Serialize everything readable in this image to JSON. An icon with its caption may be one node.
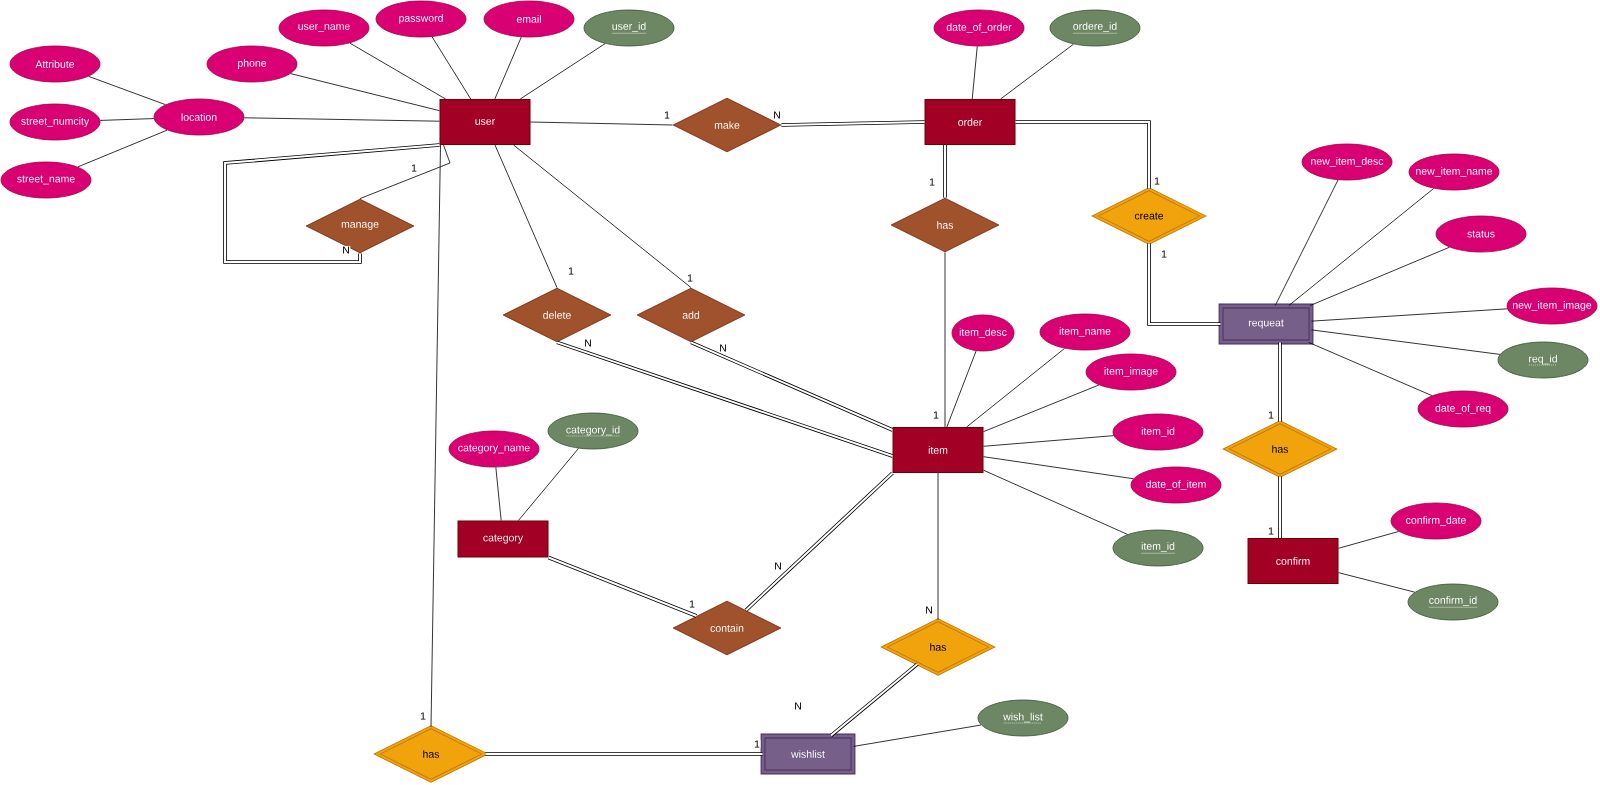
{
  "diagram": {
    "nodes": [
      {
        "text": [
          "user_name"
        ]
      },
      {
        "text": [
          "password"
        ]
      },
      {
        "text": [
          "email"
        ]
      },
      {
        "text": [
          "user_id"
        ]
      },
      {
        "text": [
          "date_of_order"
        ]
      },
      {
        "text": [
          "ordere_id"
        ]
      },
      {
        "text": [
          "Attribute"
        ]
      },
      {
        "text": [
          "phone"
        ]
      },
      {
        "text": [
          "location"
        ]
      },
      {
        "text": [
          "street_numcity"
        ]
      },
      {
        "text": [
          "user"
        ]
      },
      {
        "text": [
          "make"
        ]
      },
      {
        "text": [
          "order"
        ]
      },
      {
        "text": [
          "street_name"
        ]
      },
      {
        "text": [
          "new_item_desc"
        ]
      },
      {
        "text": [
          "new_item_name"
        ]
      },
      {
        "text": [
          "manage"
        ]
      },
      {
        "text": [
          "has"
        ]
      },
      {
        "text": [
          "create"
        ]
      },
      {
        "text": [
          "status"
        ]
      },
      {
        "text": [
          "delete"
        ]
      },
      {
        "text": [
          "add"
        ]
      },
      {
        "text": [
          "new_item_image"
        ]
      },
      {
        "text": [
          "requeat"
        ]
      },
      {
        "text": [
          "item_desc"
        ]
      },
      {
        "text": [
          "item_name"
        ]
      },
      {
        "text": [
          "req_id"
        ]
      },
      {
        "text": [
          "item_image"
        ]
      },
      {
        "text": [
          "date_of_req"
        ]
      },
      {
        "text": [
          "item_id"
        ]
      },
      {
        "text": [
          "category_id"
        ]
      },
      {
        "text": [
          "category_name"
        ]
      },
      {
        "text": [
          "item"
        ]
      },
      {
        "text": [
          "has"
        ]
      },
      {
        "text": [
          "date_of_item"
        ]
      },
      {
        "text": [
          "confirm_date"
        ]
      },
      {
        "text": [
          "category"
        ]
      },
      {
        "text": [
          "item_id"
        ]
      },
      {
        "text": [
          "confirm"
        ]
      },
      {
        "text": [
          "confirm_id"
        ]
      },
      {
        "text": [
          "contain"
        ]
      },
      {
        "text": [
          "has"
        ]
      },
      {
        "text": [
          "wish_list"
        ]
      },
      {
        "text": [
          "has"
        ]
      },
      {
        "text": [
          "wishlist"
        ]
      }
    ],
    "edges": [
      {
        "from": 0,
        "to": 10,
        "arrow": "none"
      },
      {
        "from": 1,
        "to": 10,
        "arrow": "none"
      },
      {
        "from": 2,
        "to": 10,
        "arrow": "none"
      },
      {
        "from": 3,
        "to": 10,
        "arrow": "none"
      },
      {
        "from": 7,
        "to": 10,
        "arrow": "none"
      },
      {
        "from": 8,
        "to": 10,
        "arrow": "none"
      },
      {
        "from": 6,
        "to": 8,
        "arrow": "none"
      },
      {
        "from": 9,
        "to": 8,
        "arrow": "none"
      },
      {
        "from": 13,
        "to": 8,
        "arrow": "none"
      },
      {
        "from": 4,
        "to": 12,
        "arrow": "none"
      },
      {
        "from": 5,
        "to": 12,
        "arrow": "none"
      },
      {
        "from": 10,
        "to": 11,
        "arrow": "none",
        "label": "1"
      },
      {
        "from": 11,
        "to": 12,
        "arrow": "none",
        "label": "N",
        "style": "thick"
      },
      {
        "from": 10,
        "to": 16,
        "arrow": "none",
        "label": "1"
      },
      {
        "from": 16,
        "to": 10,
        "arrow": "none",
        "label": "N",
        "style": "thick"
      },
      {
        "from": 12,
        "to": 17,
        "arrow": "none",
        "label": "1",
        "style": "thick"
      },
      {
        "from": 17,
        "to": 32,
        "arrow": "none",
        "label": "1"
      },
      {
        "from": 12,
        "to": 18,
        "arrow": "none",
        "label": "1",
        "style": "thick"
      },
      {
        "from": 18,
        "to": 23,
        "arrow": "none",
        "label": "1",
        "style": "thick"
      },
      {
        "from": 14,
        "to": 23,
        "arrow": "none"
      },
      {
        "from": 15,
        "to": 23,
        "arrow": "none"
      },
      {
        "from": 19,
        "to": 23,
        "arrow": "none"
      },
      {
        "from": 22,
        "to": 23,
        "arrow": "none"
      },
      {
        "from": 26,
        "to": 23,
        "arrow": "none"
      },
      {
        "from": 28,
        "to": 23,
        "arrow": "none"
      },
      {
        "from": 10,
        "to": 20,
        "arrow": "none",
        "label": "1"
      },
      {
        "from": 20,
        "to": 32,
        "arrow": "none",
        "label": "N",
        "style": "thick"
      },
      {
        "from": 10,
        "to": 21,
        "arrow": "none",
        "label": "1"
      },
      {
        "from": 21,
        "to": 32,
        "arrow": "none",
        "label": "N",
        "style": "thick"
      },
      {
        "from": 24,
        "to": 32,
        "arrow": "none"
      },
      {
        "from": 25,
        "to": 32,
        "arrow": "none"
      },
      {
        "from": 27,
        "to": 32,
        "arrow": "none"
      },
      {
        "from": 29,
        "to": 32,
        "arrow": "none"
      },
      {
        "from": 34,
        "to": 32,
        "arrow": "none"
      },
      {
        "from": 37,
        "to": 32,
        "arrow": "none"
      },
      {
        "from": 23,
        "to": 33,
        "arrow": "none",
        "label": "1",
        "style": "thick"
      },
      {
        "from": 33,
        "to": 38,
        "arrow": "none",
        "label": "1",
        "style": "thick"
      },
      {
        "from": 35,
        "to": 38,
        "arrow": "none"
      },
      {
        "from": 39,
        "to": 38,
        "arrow": "none"
      },
      {
        "from": 31,
        "to": 36,
        "arrow": "none"
      },
      {
        "from": 30,
        "to": 36,
        "arrow": "none"
      },
      {
        "from": 36,
        "to": 40,
        "arrow": "none",
        "label": "1",
        "style": "thick"
      },
      {
        "from": 32,
        "to": 40,
        "arrow": "none",
        "label": "N",
        "style": "thick"
      },
      {
        "from": 32,
        "to": 41,
        "arrow": "none",
        "label": "N"
      },
      {
        "from": 41,
        "to": 44,
        "arrow": "none",
        "label": "N",
        "style": "thick"
      },
      {
        "from": 10,
        "to": 43,
        "arrow": "none",
        "label": "1"
      },
      {
        "from": 43,
        "to": 44,
        "arrow": "none",
        "label": "1",
        "style": "thick"
      },
      {
        "from": 42,
        "to": 44,
        "arrow": "none"
      }
    ]
  }
}
